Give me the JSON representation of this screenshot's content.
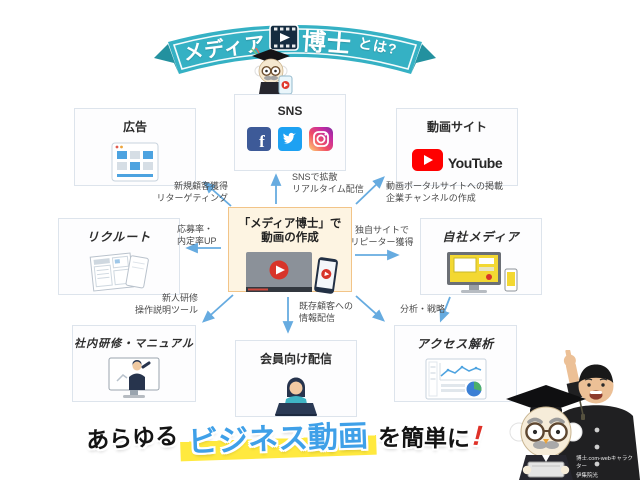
{
  "header": {
    "title_media": "メディア",
    "title_hakase": "博士",
    "title_towa": "とは?"
  },
  "nodes": {
    "ad": {
      "title": "広告"
    },
    "sns": {
      "title": "SNS"
    },
    "video_site": {
      "title": "動画サイト",
      "brand": "YouTube"
    },
    "recruit": {
      "title": "リクルート"
    },
    "center": {
      "line1": "「メディア博士」で",
      "line2": "動画の作成"
    },
    "own_media": {
      "title": "自社メディア"
    },
    "training": {
      "title": "社内研修・マニュアル"
    },
    "member": {
      "title": "会員向け配信"
    },
    "analytics": {
      "title": "アクセス解析"
    }
  },
  "edge_labels": {
    "to_ad": {
      "line1": "新規顧客獲得",
      "line2": "リターゲティング"
    },
    "to_sns": {
      "line1": "SNSで拡散",
      "line2": "リアルタイム配信"
    },
    "to_video_site": {
      "line1": "動画ポータルサイトへの掲載",
      "line2": "企業チャンネルの作成"
    },
    "to_recruit": {
      "line1": "応募率・",
      "line2": "内定率UP"
    },
    "to_own_media": {
      "line1": "独自サイトで",
      "line2": "リピーター獲得"
    },
    "to_training": {
      "line1": "新人研修",
      "line2": "操作説明ツール"
    },
    "to_member": {
      "line1": "既存顧客への",
      "line2": "情報配信"
    },
    "to_analytics": {
      "label": "分析・戦略"
    }
  },
  "footer": {
    "prefix": "あらゆる",
    "highlight": "ビジネス動画",
    "suffix": "を簡単に",
    "exclamation": "!"
  },
  "credit": {
    "line1": "博士.com-webキャラクター",
    "line2": "伊集院光"
  },
  "icons": {
    "film_play_icon": "filmstrip with play button",
    "mascot_owl_professor": "owl professor mascot holding smartphone",
    "facebook_letter": "f",
    "facebook_icon": "facebook square",
    "twitter_icon": "twitter bird",
    "instagram_icon": "instagram camera",
    "youtube_play_icon": "red rounded play button",
    "browser_ad_icon": "browser window with ad tiles",
    "documents_icon": "recruit flyers with envelope",
    "video_player_icon": "video player and smartphone",
    "desktop_site_icon": "desktop monitor and smartphone",
    "training_monitor_icon": "monitor with presenter",
    "member_user_icon": "woman with laptop",
    "analytics_chart_icon": "line chart and pie chart",
    "pointing_man": "man in black uniform pointing up"
  },
  "colors": {
    "ribbon_teal": "#35b1c4",
    "arrow_blue": "#66abe0",
    "highlight_yellow": "#ffe93f",
    "headline_blue": "#3fa0e8",
    "center_border": "#f2c488",
    "center_bg": "#fdf4e2",
    "youtube_red": "#ff0000"
  }
}
